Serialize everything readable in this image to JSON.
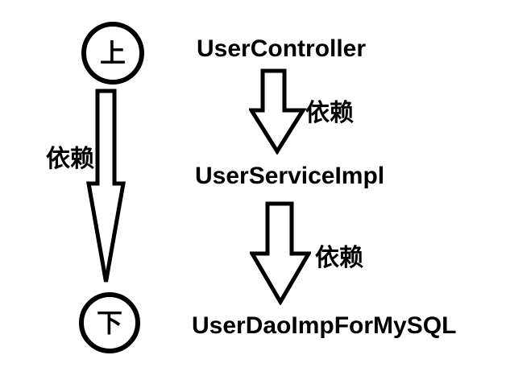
{
  "diagram": {
    "title_hint": "dependency-direction-diagram",
    "left_axis": {
      "top_label": "上",
      "bottom_label": "下",
      "arrow_label": "依赖"
    },
    "dependency_chain": {
      "nodes": [
        "UserController",
        "UserServiceImpl",
        "UserDaoImpForMySQL"
      ],
      "arrow_labels": [
        "依赖",
        "依赖"
      ]
    },
    "colors": {
      "background": "#ffffff",
      "line": "#000000",
      "shape_fill": "#ffffff",
      "text": "#000000"
    }
  }
}
